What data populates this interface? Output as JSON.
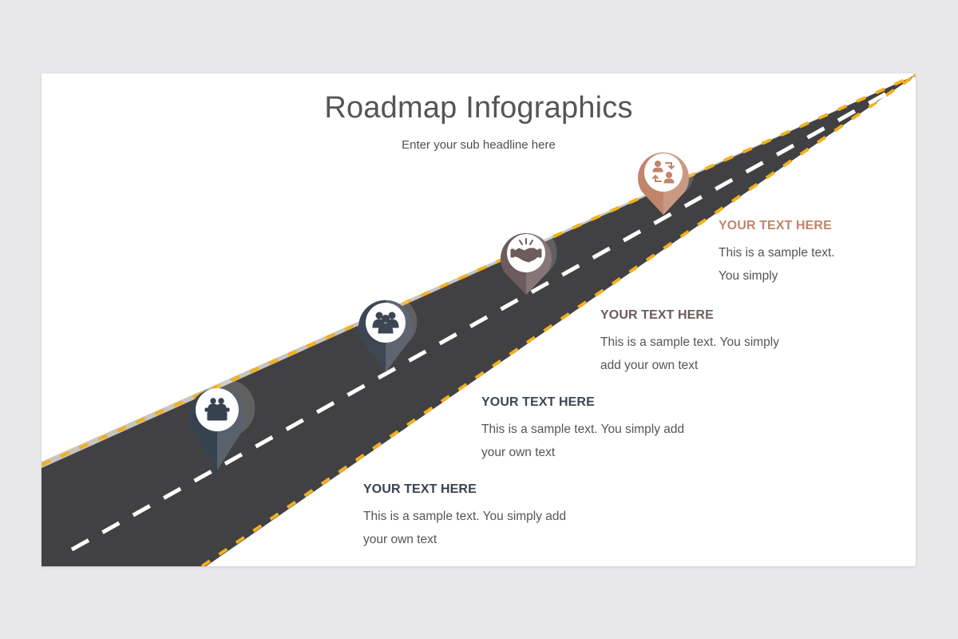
{
  "slide": {
    "title": "Roadmap Infographics",
    "subtitle": "Enter your sub headline here"
  },
  "colors": {
    "background": "#e8e7e9",
    "road": "#414042",
    "shoulder": "#c9c5bd",
    "edge_dash": "#f2b01e",
    "center_line": "#ffffff"
  },
  "milestones": [
    {
      "heading": "YOUR TEXT HERE",
      "line1": "This is a sample text. You simply add",
      "line2": "your own text",
      "color": "#37424f",
      "icon": "presenter-podium-icon"
    },
    {
      "heading": "YOUR TEXT HERE",
      "line1": "This is a sample text. You simply add",
      "line2": "your own text",
      "color": "#3e4654",
      "icon": "team-group-icon"
    },
    {
      "heading": "YOUR TEXT HERE",
      "line1": "This is a sample text. You simply",
      "line2": "add your own text",
      "color": "#6e5b5d",
      "icon": "handshake-icon"
    },
    {
      "heading": "YOUR TEXT HERE",
      "line1": "This is a sample text.",
      "line2": "You simply",
      "color": "#c0856b",
      "icon": "people-exchange-icon"
    }
  ]
}
